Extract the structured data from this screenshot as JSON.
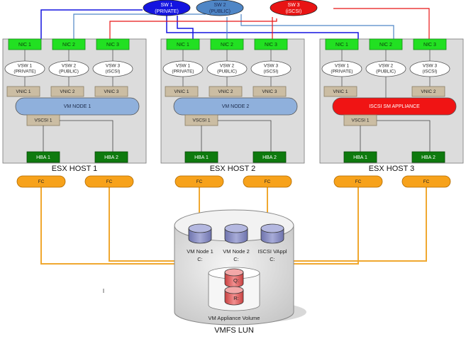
{
  "switches": [
    {
      "line1": "SW 1",
      "line2": "(PRIVATE)",
      "color": "#1414e0"
    },
    {
      "line1": "SW 2",
      "line2": "(PUBLIC)",
      "color": "#4f86c6"
    },
    {
      "line1": "SW 3",
      "line2": "(iSCSI)",
      "color": "#e81414"
    }
  ],
  "hosts": [
    {
      "label": "ESX HOST 1",
      "nics": [
        "NIC 1",
        "NIC 2",
        "NIC 3"
      ],
      "vsws": [
        {
          "line1": "VSW 1",
          "line2": "(PRIVATE)"
        },
        {
          "line1": "VSW 2",
          "line2": "(PUBLIC)"
        },
        {
          "line1": "VSW 3",
          "line2": "(iSCSI)"
        }
      ],
      "vnics": [
        "VNIC 1",
        "VNIC 2",
        "VNIC 3"
      ],
      "vm": "VM NODE 1",
      "vm_color": "#8fb0dc",
      "vscsi": "VSCSI 1",
      "hbas": [
        "HBA 1",
        "HBA 2"
      ],
      "fcs": [
        "FC",
        "FC"
      ]
    },
    {
      "label": "ESX HOST 2",
      "nics": [
        "NIC 1",
        "NIC 2",
        "NIC 3"
      ],
      "vsws": [
        {
          "line1": "VSW 1",
          "line2": "(PRIVATE)"
        },
        {
          "line1": "VSW 2",
          "line2": "(PUBLIC)"
        },
        {
          "line1": "VSW 3",
          "line2": "(iSCSI)"
        }
      ],
      "vnics": [
        "VNIC 1",
        "VNIC 2",
        "VNIC 3"
      ],
      "vm": "VM NODE 2",
      "vm_color": "#8fb0dc",
      "vscsi": "VSCSI 1",
      "hbas": [
        "HBA 1",
        "HBA 2"
      ],
      "fcs": [
        "FC",
        "FC"
      ]
    },
    {
      "label": "ESX HOST 3",
      "nics": [
        "NIC 1",
        "NIC 2",
        "NIC 3"
      ],
      "vsws": [
        {
          "line1": "VSW 1",
          "line2": "(PRIVATE)"
        },
        {
          "line1": "VSW 2",
          "line2": "(PUBLIC)"
        },
        {
          "line1": "VSW 3",
          "line2": "(iSCSI)"
        }
      ],
      "vnics": [
        "VNIC 1",
        "VNIC 2"
      ],
      "vm": "ISCSI SM APPLIANCE",
      "vm_color": "#f01414",
      "vscsi": "VSCSI 1",
      "hbas": [
        "HBA 1",
        "HBA 2"
      ],
      "fcs": [
        "FC",
        "FC"
      ]
    }
  ],
  "lun": {
    "label": "VMFS LUN",
    "disks": [
      {
        "line1": "VM Node 1",
        "line2": "C:"
      },
      {
        "line1": "VM Node 2",
        "line2": "C:"
      },
      {
        "line1": "ISCSI VAppl",
        "line2": "C:"
      }
    ],
    "volume_label": "VM Appliance Volume",
    "volume_disks": [
      "Q:",
      "R:"
    ]
  },
  "stray_mark": "I",
  "colors": {
    "host_fill": "#dcdcdc",
    "nic_fill": "#22e022",
    "hba_fill": "#0e7a0e",
    "vnic_fill": "#cbbda3",
    "fc_fill": "#f7a21b",
    "fc_line": "#f0a830",
    "disk_fill": "#8f93c4",
    "volume_disk_fill": "#e66a6a"
  }
}
